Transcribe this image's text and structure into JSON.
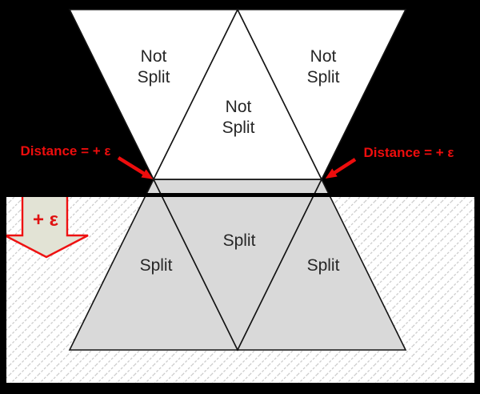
{
  "figure": {
    "regions": {
      "top_left": "Not\nSplit",
      "top_middle": "Not\nSplit",
      "top_right": "Not\nSplit",
      "bottom_left": "Split",
      "bottom_middle": "Split",
      "bottom_right": "Split"
    },
    "annotations": {
      "distance_left": "Distance = + ε",
      "distance_right": "Distance = + ε",
      "epsilon_shift": "+ ε"
    },
    "colors": {
      "top_background": "#000000",
      "not_split_fill": "#ffffff",
      "split_fill": "#d9d9d9",
      "outline": "#141414",
      "annotation_red": "#ed0d0d",
      "shift_arrow_fill": "#e2e3d5",
      "hatch_line": "#cccccc"
    }
  }
}
